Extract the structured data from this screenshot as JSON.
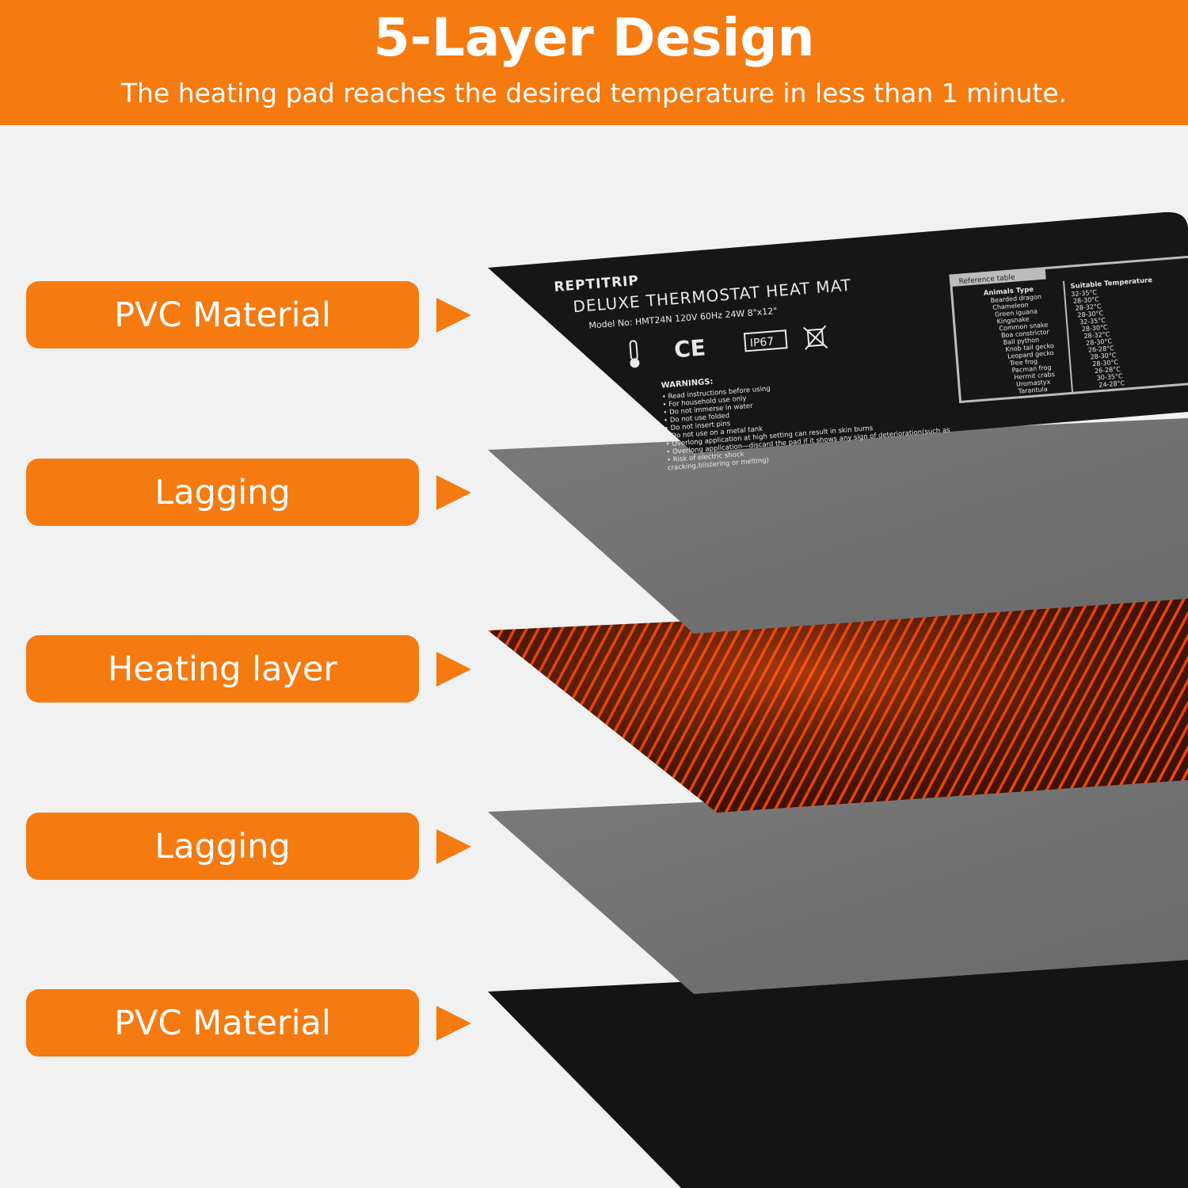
{
  "banner": {
    "title": "5-Layer Design",
    "subtitle": "The heating pad reaches the desired temperature in less than 1 minute."
  },
  "layers": [
    {
      "label": "PVC Material"
    },
    {
      "label": "Lagging"
    },
    {
      "label": "Heating layer"
    },
    {
      "label": "Lagging"
    },
    {
      "label": "PVC Material"
    }
  ],
  "product": {
    "brand": "REPTITRIP",
    "name": "DELUXE THERMOSTAT HEAT MAT",
    "model_line": "Model No: HMT24N   120V  60Hz  24W   8\"x12\"",
    "ip_rating": "IP67",
    "ce_mark": "CE",
    "warnings_title": "WARNINGS:",
    "warnings": [
      "• Read instructions before using",
      "• For household use only",
      "• Do not immerse in water",
      "• Do not use folded",
      "• Do not insert pins",
      "• Do not use on a metal tank",
      "• Overlong application at high setting can result in skin burns",
      "• Overlong application—discard the pad if it shows any sign of deterioration(such as",
      "• Risk of electric shock",
      "  cracking,blistering or melting)"
    ],
    "reference_table": {
      "title": "Reference table",
      "header": [
        "Animals Type",
        "Suitable Temperature"
      ],
      "rows": [
        [
          "Bearded dragon",
          "32-35°C"
        ],
        [
          "Chameleon",
          "28-30°C"
        ],
        [
          "Green iguana",
          "28-32°C"
        ],
        [
          "Kingsnake",
          "28-30°C"
        ],
        [
          "Common snake",
          "32-35°C"
        ],
        [
          "Boa constrictor",
          "28-30°C"
        ],
        [
          "Ball python",
          "28-32°C"
        ],
        [
          "Knob tail gecko",
          "28-30°C"
        ],
        [
          "Leopard gecko",
          "26-28°C"
        ],
        [
          "Tree frog",
          "28-30°C"
        ],
        [
          "Pacman frog",
          "28-30°C"
        ],
        [
          "Hermit crabs",
          "26-28°C"
        ],
        [
          "Uromastyx",
          "30-35°C"
        ],
        [
          "Tarantula",
          "24-28°C"
        ]
      ]
    }
  },
  "colors": {
    "accent": "#f57a10",
    "background": "#f1f1f1",
    "pvc": "#141414",
    "lagging": "#6e6e6e",
    "heating": "#3a1208",
    "coil": "#ff4a10"
  }
}
